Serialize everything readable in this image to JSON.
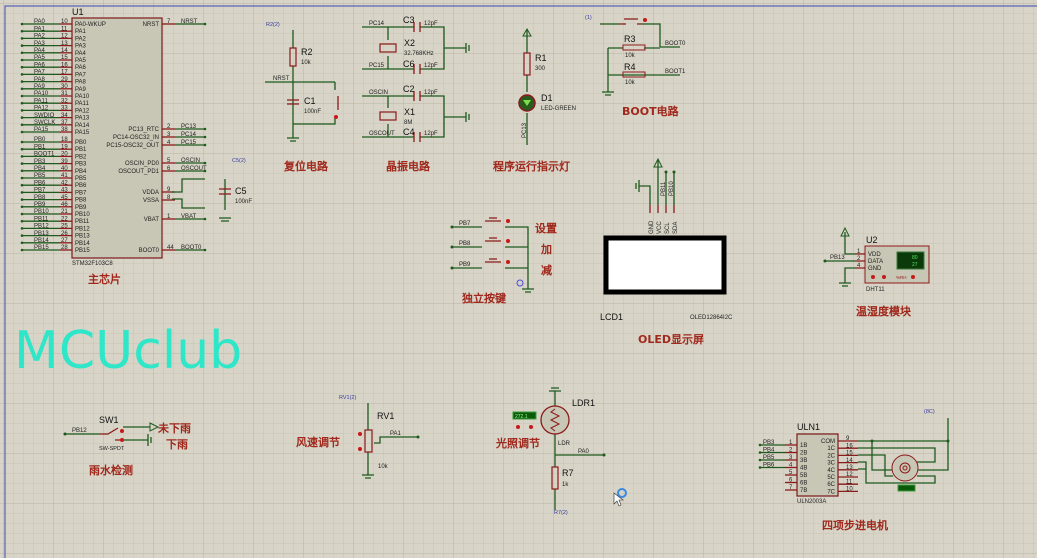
{
  "watermark": "MCUclub",
  "colors": {
    "wire": "#1e5a1e",
    "pin": "#8b1a1a",
    "label": "#a0281c",
    "watermark": "#2ee6c8",
    "background": "#d8d5c8"
  },
  "u1": {
    "ref": "U1",
    "part": "STM32F103C8",
    "caption": "主芯片",
    "left_pins": [
      [
        "PA0",
        "10",
        "PA0-WKUP"
      ],
      [
        "PA1",
        "11",
        "PA1"
      ],
      [
        "PA2",
        "12",
        "PA2"
      ],
      [
        "PA3",
        "13",
        "PA3"
      ],
      [
        "PA4",
        "14",
        "PA4"
      ],
      [
        "PA5",
        "15",
        "PA5"
      ],
      [
        "PA6",
        "16",
        "PA6"
      ],
      [
        "PA7",
        "17",
        "PA7"
      ],
      [
        "PA8",
        "29",
        "PA8"
      ],
      [
        "PA9",
        "30",
        "PA9"
      ],
      [
        "PA10",
        "31",
        "PA10"
      ],
      [
        "PA11",
        "32",
        "PA11"
      ],
      [
        "PA12",
        "33",
        "PA12"
      ],
      [
        "SWDIO",
        "34",
        "PA13"
      ],
      [
        "SWCLK",
        "37",
        "PA14"
      ],
      [
        "PA15",
        "38",
        "PA15"
      ],
      [
        "PB0",
        "18",
        "PB0"
      ],
      [
        "PB1",
        "19",
        "PB1"
      ],
      [
        "BOOT1",
        "20",
        "PB2"
      ],
      [
        "PB3",
        "39",
        "PB3"
      ],
      [
        "PB4",
        "40",
        "PB4"
      ],
      [
        "PB5",
        "41",
        "PB5"
      ],
      [
        "PB6",
        "42",
        "PB6"
      ],
      [
        "PB7",
        "43",
        "PB7"
      ],
      [
        "PB8",
        "45",
        "PB8"
      ],
      [
        "PB9",
        "46",
        "PB9"
      ],
      [
        "PB10",
        "21",
        "PB10"
      ],
      [
        "PB11",
        "22",
        "PB11"
      ],
      [
        "PB12",
        "25",
        "PB12"
      ],
      [
        "PB13",
        "26",
        "PB13"
      ],
      [
        "PB14",
        "27",
        "PB14"
      ],
      [
        "PB15",
        "28",
        "PB15"
      ]
    ],
    "right_pins": [
      [
        "NRST",
        "7",
        "NRST"
      ],
      [
        "PC13_RTC",
        "2",
        "PC13"
      ],
      [
        "PC14-OSC32_IN",
        "3",
        "PC14"
      ],
      [
        "PC15-OSC32_OUT",
        "4",
        "PC15"
      ],
      [
        "OSCIN_PD0",
        "5",
        "OSCIN"
      ],
      [
        "OSCOUT_PD1",
        "6",
        "OSCOUT"
      ],
      [
        "VDDA",
        "9",
        ""
      ],
      [
        "VSSA",
        "8",
        ""
      ],
      [
        "VBAT",
        "1",
        "VBAT"
      ],
      [
        "BOOT0",
        "44",
        "BOOT0"
      ]
    ],
    "c5": {
      "ref": "C5",
      "value": "100nF",
      "terminal": "C5(2)"
    }
  },
  "reset": {
    "terminal": "R2(2)",
    "r_ref": "R2",
    "r_value": "10k",
    "net": "NRST",
    "c_ref": "C1",
    "c_value": "100nF",
    "caption": "复位电路"
  },
  "crystal": {
    "pc14": "PC14",
    "pc15": "PC15",
    "oscin": "OSCIN",
    "oscout": "OSCOUT",
    "c3": "C3",
    "c6": "C6",
    "c2": "C2",
    "c4": "C4",
    "cap_value": "12pF",
    "x2": "X2",
    "x2_value": "32.768KHz",
    "x1": "X1",
    "x1_value": "8M",
    "caption": "晶振电路"
  },
  "led": {
    "r_ref": "R1",
    "r_value": "300",
    "d_ref": "D1",
    "d_value": "LED-GREEN",
    "net": "PC13",
    "caption": "程序运行指示灯"
  },
  "boot": {
    "terminal": "(1)",
    "r3": "R3",
    "r4": "R4",
    "r_value": "10k",
    "boot0": "BOOT0",
    "boot1": "BOOT1",
    "caption": "BOOT电路"
  },
  "oled": {
    "pins": [
      "GND",
      "VCC",
      "SCL",
      "SDA"
    ],
    "nets": [
      "PB11",
      "PB10"
    ],
    "ref": "LCD1",
    "part": "OLED12864I2C",
    "caption": "OLED显示屏"
  },
  "dht": {
    "ref": "U2",
    "part": "DHT11",
    "net": "PB13",
    "pins": [
      [
        "1",
        "VDD"
      ],
      [
        "2",
        "DATA"
      ],
      [
        "4",
        "GND"
      ]
    ],
    "readings": [
      "80",
      "27"
    ],
    "unit": "%RH",
    "caption": "温湿度模块"
  },
  "keys": {
    "nets": [
      "PB7",
      "PB8",
      "PB9"
    ],
    "labels": [
      "设置",
      "加",
      "减"
    ],
    "caption": "独立按键"
  },
  "rain": {
    "net": "PB12",
    "ref": "SW1",
    "part": "SW-SPDT",
    "state_a": "未下雨",
    "state_b": "下雨",
    "caption": "雨水检测"
  },
  "wind": {
    "terminal": "RV1(2)",
    "ref": "RV1",
    "value": "10k",
    "net": "PA1",
    "caption": "风速调节"
  },
  "light": {
    "ref": "LDR1",
    "part": "LDR",
    "display": "272.1",
    "net": "PA0",
    "r_ref": "R7",
    "r_value": "1k",
    "terminal": "R7(2)",
    "caption": "光照调节"
  },
  "motor": {
    "ref": "ULN1",
    "part": "ULN2003A",
    "terminal": "(8C)",
    "caption": "四项步进电机",
    "inputs": [
      [
        "PB3",
        "1",
        "1B"
      ],
      [
        "PB4",
        "2",
        "2B"
      ],
      [
        "PB5",
        "3",
        "3B"
      ],
      [
        "PB6",
        "4",
        "4B"
      ],
      [
        "",
        "5",
        "5B"
      ],
      [
        "",
        "6",
        "6B"
      ],
      [
        "",
        "7",
        "7B"
      ]
    ],
    "outputs": [
      [
        "9",
        "COM"
      ],
      [
        "16",
        "1C"
      ],
      [
        "15",
        "2C"
      ],
      [
        "14",
        "3C"
      ],
      [
        "13",
        "4C"
      ],
      [
        "12",
        "5C"
      ],
      [
        "11",
        "6C"
      ],
      [
        "10",
        "7C"
      ]
    ]
  }
}
